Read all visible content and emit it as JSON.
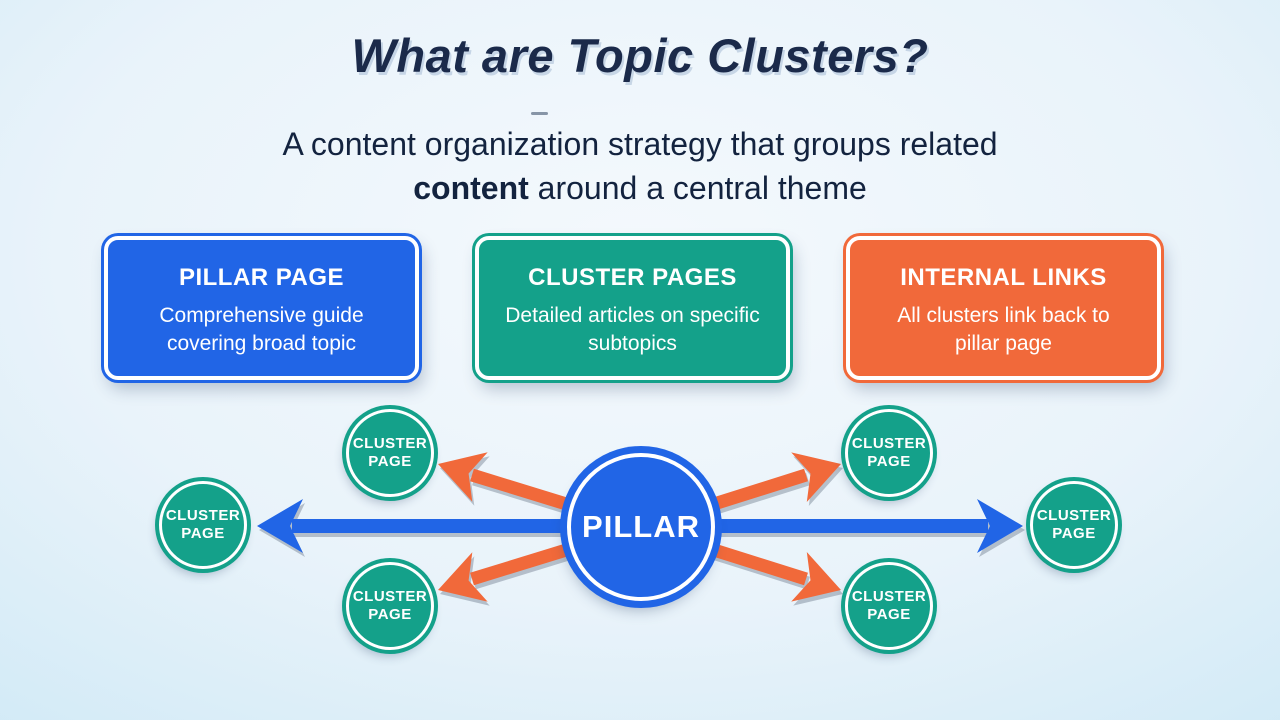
{
  "colors": {
    "blue": "#2165e6",
    "teal": "#14a18a",
    "orange": "#f1693a",
    "navy_text": "#1b2a4a",
    "background_center": "#f4f9fd",
    "background_edge": "#a6d7ef",
    "card_text": "#ffffff"
  },
  "header": {
    "title": "What are Topic Clusters?",
    "subtitle_line1": "A content organization strategy that groups related",
    "subtitle_line2_bold": "content",
    "subtitle_line2_rest": " around a central theme"
  },
  "cards": [
    {
      "title": "PILLAR PAGE",
      "body": "Comprehensive guide covering broad topic",
      "color": "#2165e6"
    },
    {
      "title": "CLUSTER PAGES",
      "body": "Detailed articles on specific subtopics",
      "color": "#14a18a"
    },
    {
      "title": "INTERNAL LINKS",
      "body": "All clusters link back to pillar page",
      "color": "#f1693a"
    }
  ],
  "diagram": {
    "pillar_label": "PILLAR",
    "arrow_colors": {
      "horizontal": "#2165e6",
      "diagonal": "#f1693a"
    },
    "clusters": [
      {
        "position": "far-left",
        "line1": "CLUSTER",
        "line2": "PAGE"
      },
      {
        "position": "top-left",
        "line1": "CLUSTER",
        "line2": "PAGE"
      },
      {
        "position": "bottom-left",
        "line1": "CLUSTER",
        "line2": "PAGE"
      },
      {
        "position": "top-right",
        "line1": "CLUSTER",
        "line2": "PAGE"
      },
      {
        "position": "far-right",
        "line1": "CLUSTER",
        "line2": "PAGE"
      },
      {
        "position": "bottom-right",
        "line1": "CLUSTER",
        "line2": "PAGE"
      }
    ]
  }
}
